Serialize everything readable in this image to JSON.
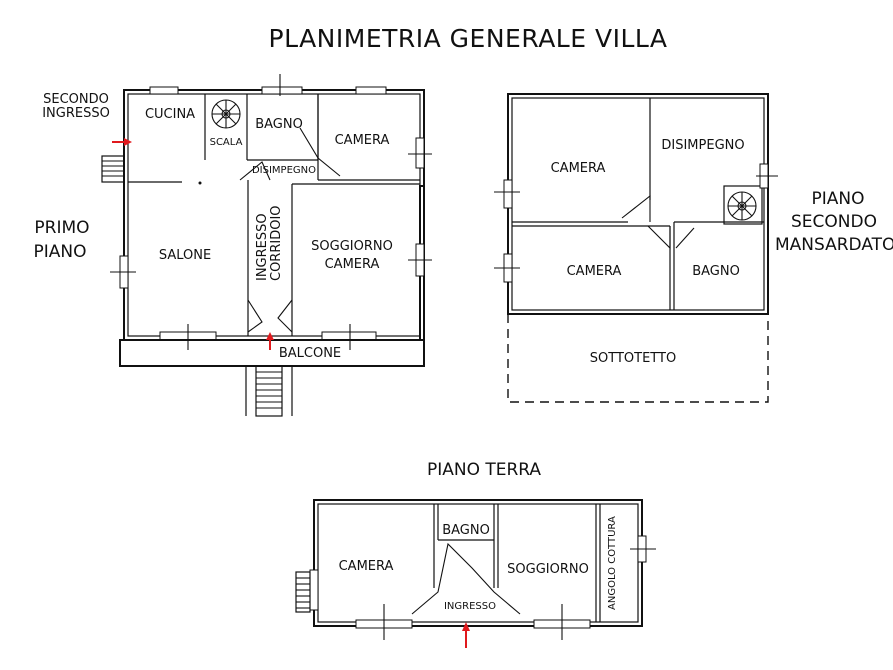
{
  "title": "PLANIMETRIA GENERALE VILLA",
  "primo_piano": {
    "label_line1": "PRIMO",
    "label_line2": "PIANO",
    "rooms": {
      "secondo_ingresso_1": "SECONDO",
      "secondo_ingresso_2": "INGRESSO",
      "cucina": "CUCINA",
      "scala": "SCALA",
      "bagno": "BAGNO",
      "camera": "CAMERA",
      "disimpegno": "DISIMPEGNO",
      "salone": "SALONE",
      "ingresso_corridoio_1": "INGRESSO",
      "ingresso_corridoio_2": "CORRIDOIO",
      "soggiorno_camera_1": "SOGGIORNO",
      "soggiorno_camera_2": "CAMERA",
      "balcone": "BALCONE"
    }
  },
  "piano_secondo": {
    "label_line1": "PIANO",
    "label_line2": "SECONDO",
    "label_line3": "MANSARDATO",
    "rooms": {
      "camera_top": "CAMERA",
      "disimpegno": "DISIMPEGNO",
      "camera_bottom": "CAMERA",
      "bagno": "BAGNO",
      "sottotetto": "SOTTOTETTO"
    }
  },
  "piano_terra": {
    "label": "PIANO TERRA",
    "rooms": {
      "camera": "CAMERA",
      "bagno": "BAGNO",
      "soggiorno": "SOGGIORNO",
      "angolo_cottura": "ANGOLO COTTURA",
      "ingresso": "INGRESSO"
    }
  },
  "colors": {
    "lines": "#111111",
    "entrance_arrow": "#e0191d",
    "background": "#ffffff"
  }
}
